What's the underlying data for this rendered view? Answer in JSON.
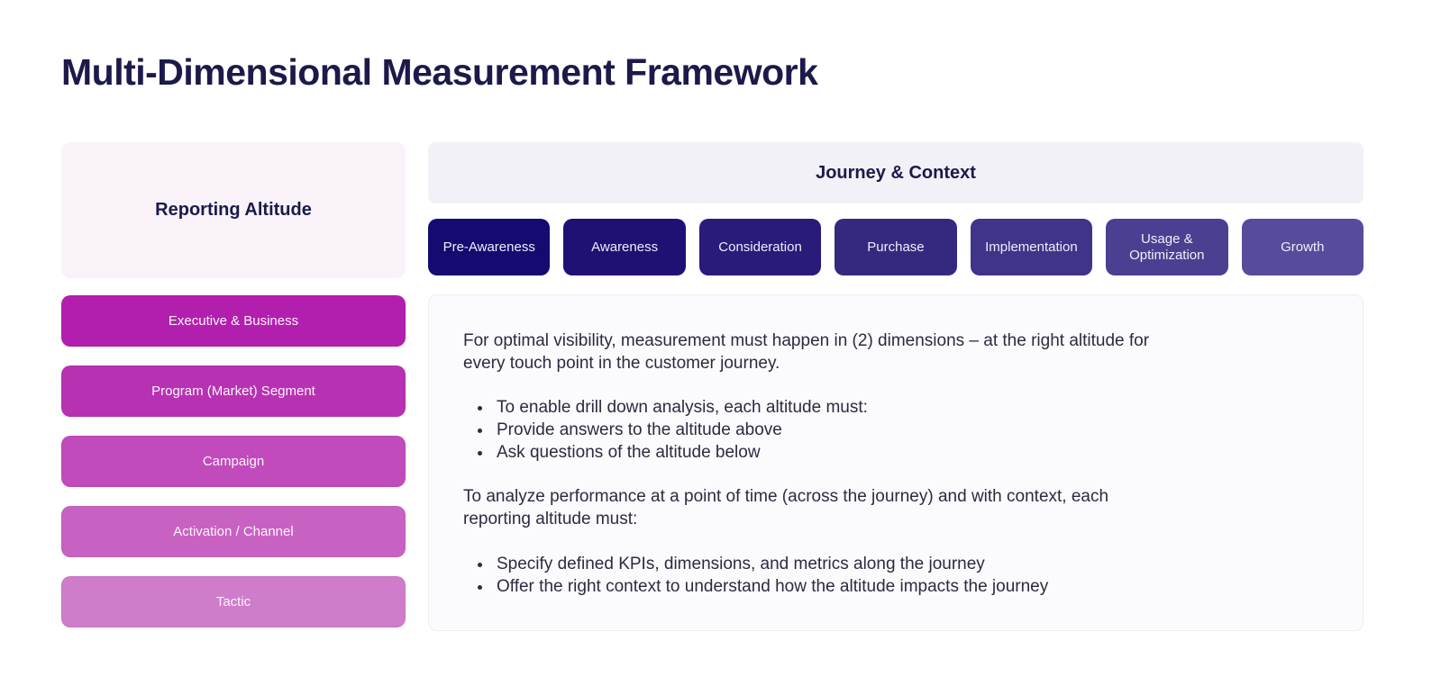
{
  "page": {
    "title": "Multi-Dimensional Measurement Framework"
  },
  "reporting_altitude": {
    "header": "Reporting Altitude",
    "header_bg": "#f9f3f9",
    "levels": [
      {
        "label": "Executive & Business",
        "color": "#b21fae"
      },
      {
        "label": "Program (Market) Segment",
        "color": "#b732b2"
      },
      {
        "label": "Campaign",
        "color": "#c14bbc"
      },
      {
        "label": "Activation / Channel",
        "color": "#c862c2"
      },
      {
        "label": "Tactic",
        "color": "#cf7ccb"
      }
    ]
  },
  "journey": {
    "header": "Journey & Context",
    "header_bg": "#f2f1f7",
    "stages": [
      {
        "label": "Pre-Awareness",
        "color": "#150a70"
      },
      {
        "label": "Awareness",
        "color": "#1d1274"
      },
      {
        "label": "Consideration",
        "color": "#281b7a"
      },
      {
        "label": "Purchase",
        "color": "#332a80"
      },
      {
        "label": "Implementation",
        "color": "#3e3489"
      },
      {
        "label": "Usage & Optimization",
        "color": "#4a4091"
      },
      {
        "label": "Growth",
        "color": "#564c9b"
      }
    ]
  },
  "content": {
    "paragraph1": "For optimal visibility, measurement must happen in (2) dimensions – at the right altitude for every touch point in the customer journey.",
    "bullets1": [
      "To enable drill down analysis, each altitude must:",
      "Provide answers to the altitude above",
      "Ask questions of the altitude below"
    ],
    "paragraph2": "To analyze performance at a point of time (across the journey) and with context, each reporting altitude must:",
    "bullets2": [
      "Specify defined KPIs, dimensions, and metrics along the journey",
      "Offer the right context to understand how the altitude impacts the journey"
    ]
  },
  "colors": {
    "page_bg": "#ffffff",
    "title_text": "#1b1a4a",
    "body_text": "#2b2b40",
    "panel_bg": "#fbfbfd",
    "panel_border": "#ededf3"
  }
}
